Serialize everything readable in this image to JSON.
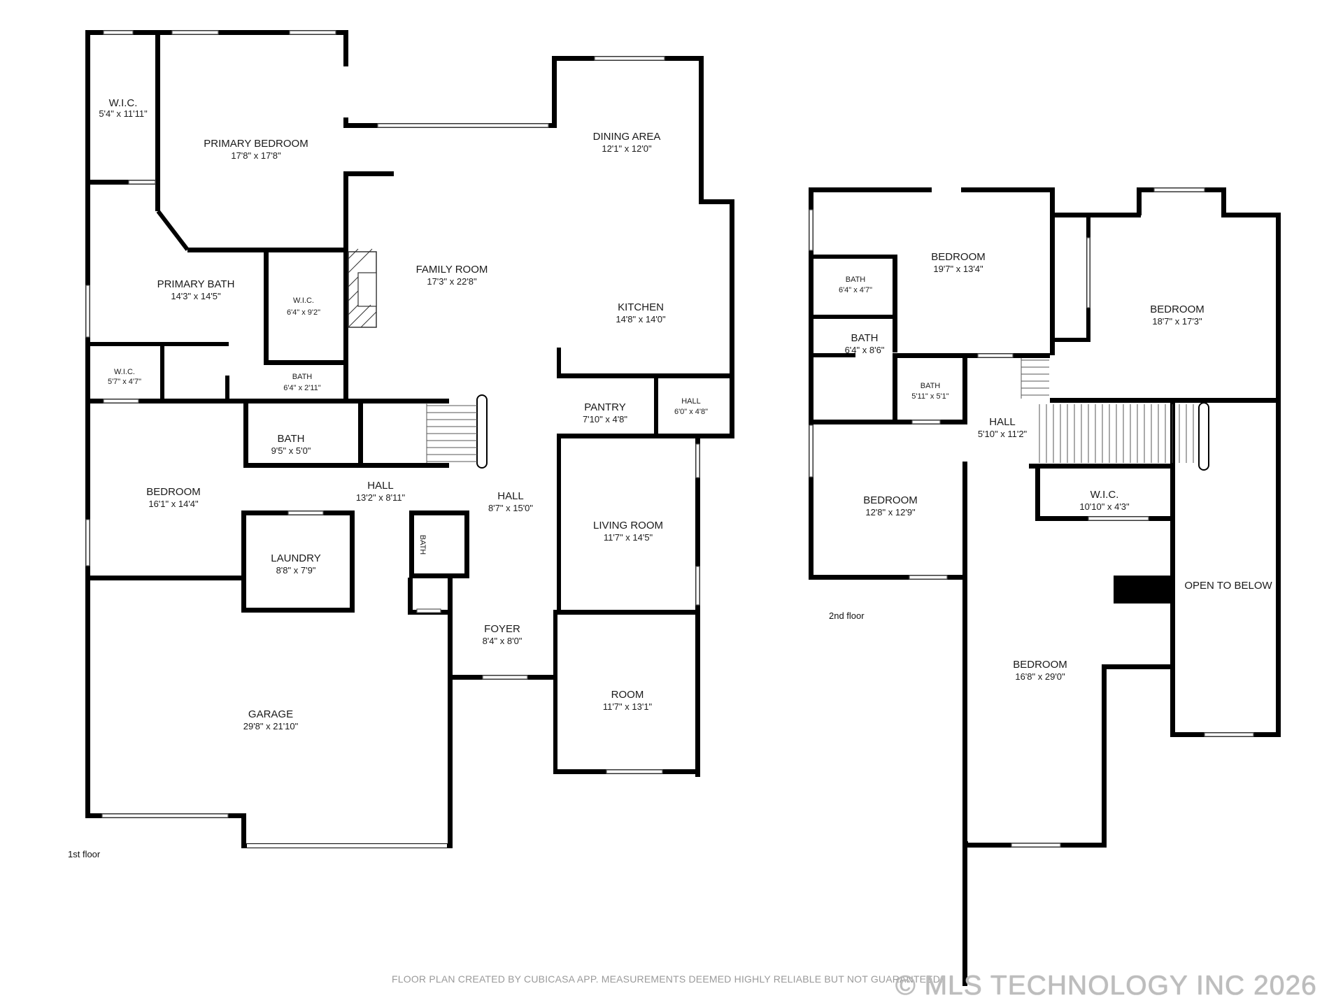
{
  "floors": {
    "first": {
      "label": "1st floor",
      "rooms": [
        {
          "key": "wic1",
          "name": "W.I.C.",
          "dims": "5'4\" x 11'11\""
        },
        {
          "key": "primary_bedroom",
          "name": "PRIMARY BEDROOM",
          "dims": "17'8\" x 17'8\""
        },
        {
          "key": "dining_area",
          "name": "DINING AREA",
          "dims": "12'1\" x 12'0\""
        },
        {
          "key": "family_room",
          "name": "FAMILY ROOM",
          "dims": "17'3\" x 22'8\""
        },
        {
          "key": "primary_bath",
          "name": "PRIMARY BATH",
          "dims": "14'3\" x 14'5\""
        },
        {
          "key": "wic2",
          "name": "W.I.C.",
          "dims": "6'4\" x 9'2\""
        },
        {
          "key": "kitchen",
          "name": "KITCHEN",
          "dims": "14'8\" x 14'0\""
        },
        {
          "key": "wic3",
          "name": "W.I.C.",
          "dims": "5'7\" x 4'7\""
        },
        {
          "key": "bath1",
          "name": "BATH",
          "dims": "6'4\" x 2'11\""
        },
        {
          "key": "pantry",
          "name": "PANTRY",
          "dims": "7'10\" x 4'8\""
        },
        {
          "key": "hall_small",
          "name": "HALL",
          "dims": "6'0\" x 4'8\""
        },
        {
          "key": "bath2",
          "name": "BATH",
          "dims": "9'5\" x 5'0\""
        },
        {
          "key": "bedroom1",
          "name": "BEDROOM",
          "dims": "16'1\" x 14'4\""
        },
        {
          "key": "hall1",
          "name": "HALL",
          "dims": "13'2\" x 8'11\""
        },
        {
          "key": "hall2",
          "name": "HALL",
          "dims": "8'7\" x 15'0\""
        },
        {
          "key": "living_room",
          "name": "LIVING ROOM",
          "dims": "11'7\" x 14'5\""
        },
        {
          "key": "laundry",
          "name": "LAUNDRY",
          "dims": "8'8\" x 7'9\""
        },
        {
          "key": "bath3",
          "name": "BATH",
          "dims": ""
        },
        {
          "key": "foyer",
          "name": "FOYER",
          "dims": "8'4\" x 8'0\""
        },
        {
          "key": "room",
          "name": "ROOM",
          "dims": "11'7\" x 13'1\""
        },
        {
          "key": "garage",
          "name": "GARAGE",
          "dims": "29'8\" x 21'10\""
        }
      ]
    },
    "second": {
      "label": "2nd floor",
      "rooms": [
        {
          "key": "bedroom_a",
          "name": "BEDROOM",
          "dims": "19'7\" x 13'4\""
        },
        {
          "key": "bath_a",
          "name": "BATH",
          "dims": "6'4\" x 4'7\""
        },
        {
          "key": "bedroom_b",
          "name": "BEDROOM",
          "dims": "18'7\" x 17'3\""
        },
        {
          "key": "bath_b",
          "name": "BATH",
          "dims": "6'4\" x 8'6\""
        },
        {
          "key": "bath_c",
          "name": "BATH",
          "dims": "5'11\" x 5'1\""
        },
        {
          "key": "hall",
          "name": "HALL",
          "dims": "5'10\" x 11'2\""
        },
        {
          "key": "bedroom_c",
          "name": "BEDROOM",
          "dims": "12'8\" x 12'9\""
        },
        {
          "key": "wic",
          "name": "W.I.C.",
          "dims": "10'10\" x 4'3\""
        },
        {
          "key": "open_to_below",
          "name": "OPEN TO BELOW",
          "dims": ""
        },
        {
          "key": "bedroom_d",
          "name": "BEDROOM",
          "dims": "16'8\" x 29'0\""
        }
      ]
    }
  },
  "disclaimer": "FLOOR PLAN CREATED BY CUBICASA APP. MEASUREMENTS DEEMED HIGHLY RELIABLE BUT NOT GUARANTEED.",
  "copyright": "© MLS TECHNOLOGY INC 2026",
  "colors": {
    "wall": "#000000",
    "text": "#1a1a1a",
    "watermark": "#bdbdbd"
  }
}
